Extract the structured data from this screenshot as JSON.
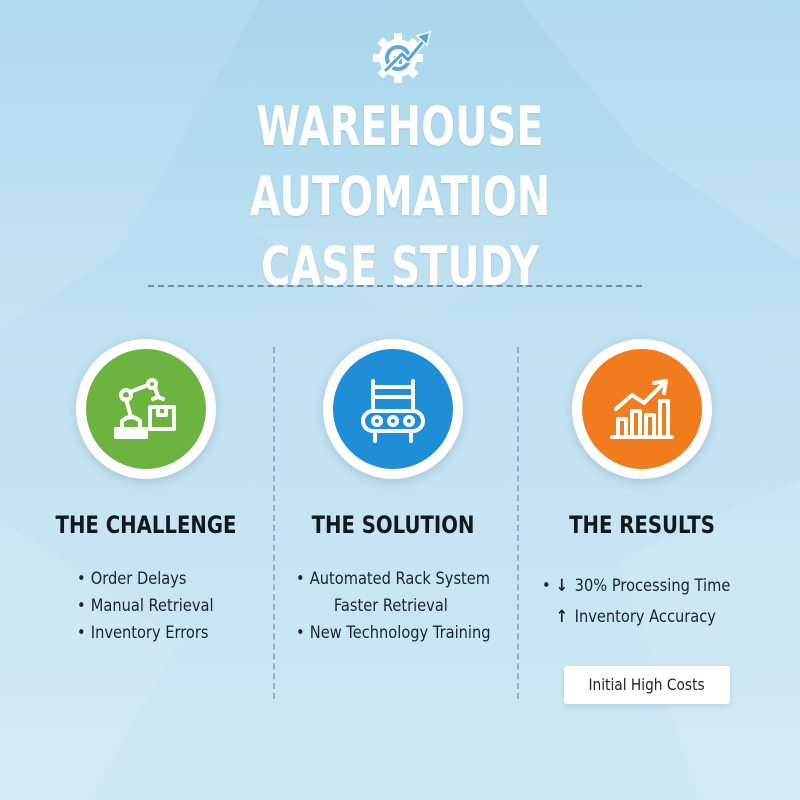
{
  "title": {
    "line1": "WAREHOUSE AUTOMATION",
    "line2": "CASE STUDY",
    "logo_icon": "gear-growth-arrow-icon"
  },
  "colors": {
    "background": "#bfe1f1",
    "challenge": "#6db33f",
    "solution": "#1e8fd6",
    "results": "#f07c1e",
    "title_text": "#ffffff"
  },
  "sections": [
    {
      "heading": "THE CHALLENGE",
      "icon": "robotic-arm-icon",
      "items": [
        "Order Delays",
        "Manual Retrieval",
        "Inventory Errors"
      ]
    },
    {
      "heading": "THE SOLUTION",
      "icon": "conveyor-belt-icon",
      "items": [
        "Automated Rack System",
        "Faster Retrieval",
        "New Technology Training"
      ]
    },
    {
      "heading": "THE RESULTS",
      "icon": "bar-chart-growth-icon",
      "items": [
        "30% Processing Time",
        "Inventory Accuracy"
      ],
      "arrows": [
        "↓",
        "↑"
      ],
      "note": "Initial High Costs"
    }
  ]
}
